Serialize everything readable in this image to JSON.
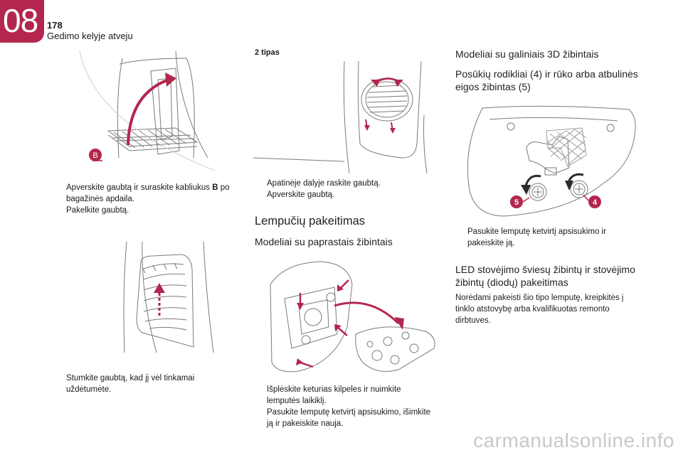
{
  "header": {
    "chapter_number": "08",
    "page_number": "178",
    "section_title": "Gedimo kelyje atveju"
  },
  "column1": {
    "figure1_label": "B",
    "bullets1": [
      {
        "pre": "Apverskite gaubtą ir suraskite kabliukus ",
        "bold": "B",
        "post": " po bagažinės apdaila."
      },
      {
        "pre": "Pakelkite gaubtą.",
        "bold": "",
        "post": ""
      }
    ],
    "bullets2": [
      "Stumkite gaubtą, kad jį vėl tinkamai uždėtumėte."
    ]
  },
  "column2": {
    "type_label": "2 tipas",
    "bullets1": [
      "Apatinėje dalyje raskite gaubtą.",
      "Apverskite gaubtą."
    ],
    "heading_main": "Lempučių pakeitimas",
    "heading_sub": "Modeliai su paprastais žibintais",
    "bullets2": [
      "Išplėskite keturias kilpeles ir nuimkite lemputės laikiklį.",
      "Pasukite lemputę ketvirtį apsisukimo, išimkite ją ir pakeiskite nauja."
    ]
  },
  "column3": {
    "heading1": "Modeliai su galiniais 3D žibintais",
    "heading2": "Posūkių rodikliai (4) ir rūko arba atbulinės eigos žibintas (5)",
    "label5": "5",
    "label4": "4",
    "bullets1": [
      "Pasukite lemputę ketvirtį apsisukimo ir pakeiskite ją."
    ],
    "heading3": "LED stovėjimo šviesų žibintų ir stovėjimo žibintų (diodų) pakeitimas",
    "paragraph": "Norėdami pakeisti šio tipo lemputę, kreipkitės į tinklo atstovybę arba kvalifikuotas remonto dirbtuves."
  },
  "bullet_symbol": "",
  "watermark": "carmanualsonline.info",
  "colors": {
    "accent": "#b3264d",
    "figure_line": "#6f6f6f",
    "figure_grey": "#a8a8a8"
  }
}
